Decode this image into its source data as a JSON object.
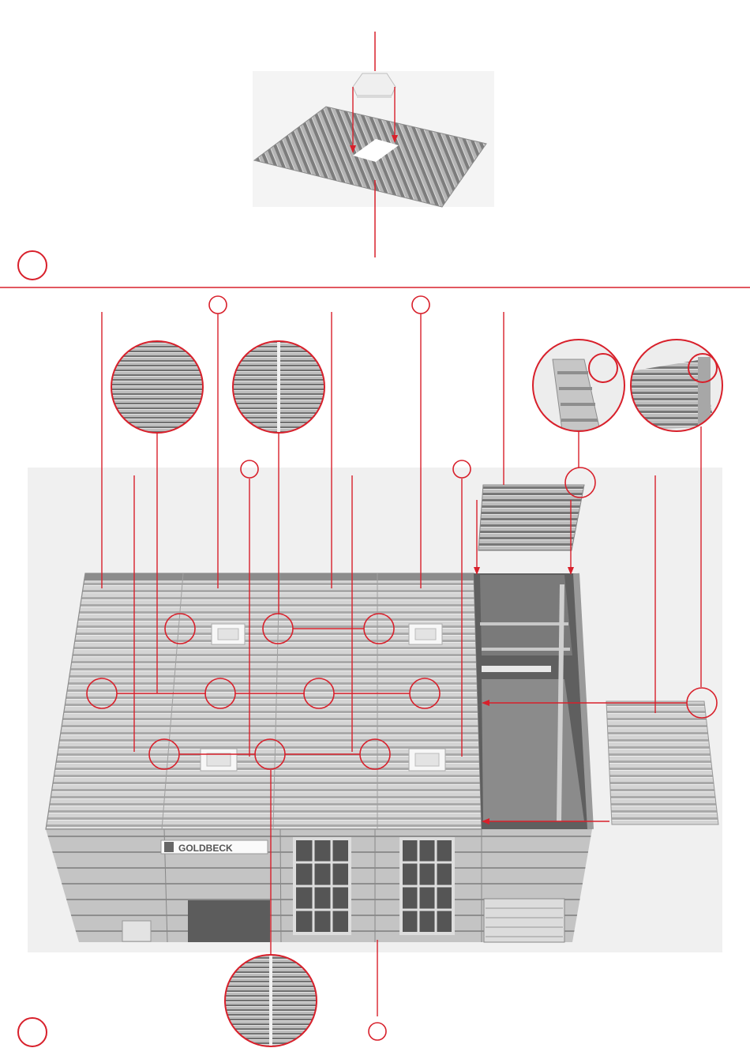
{
  "steps": [
    {
      "id": "step-1",
      "number": ""
    },
    {
      "id": "step-2",
      "number": ""
    }
  ],
  "building": {
    "sign_text": "GOLDBECK"
  },
  "colors": {
    "accent": "#d8202b",
    "roof": "#c9c9c9",
    "roof_ribs": "#9a9a9a",
    "wall": "#b9b9b9",
    "dark_interior": "#6d6d6d",
    "skylight": "#f2f2f2"
  }
}
